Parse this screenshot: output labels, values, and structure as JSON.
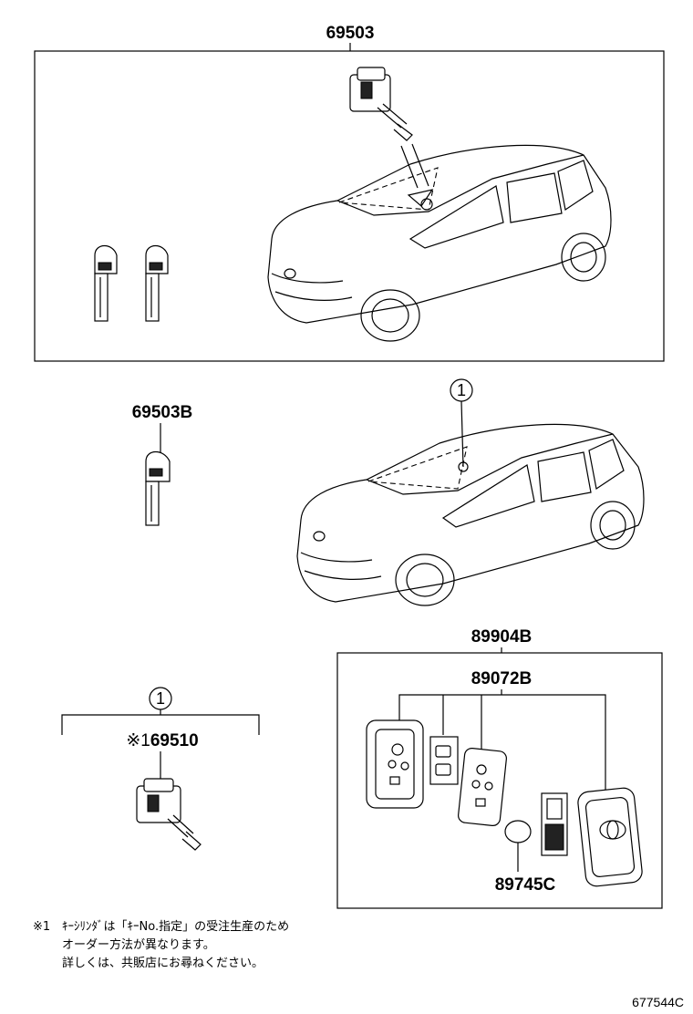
{
  "parts": {
    "p69503": "69503",
    "p69503b": "69503B",
    "p69510": "69510",
    "p69510_prefix": "※1",
    "p89904b": "89904B",
    "p89072b": "89072B",
    "p89745c": "89745C"
  },
  "callouts": {
    "ref1_car": "1",
    "ref1_cylinder": "1"
  },
  "notes": {
    "marker": "※1",
    "line1": "ｷｰｼﾘﾝﾀﾞは「ｷｰNo.指定」の受注生産のため",
    "line2": "オーダー方法が異なります。",
    "line3": "詳しくは、共販店にお尋ねください。"
  },
  "drawing_code": "677544C"
}
